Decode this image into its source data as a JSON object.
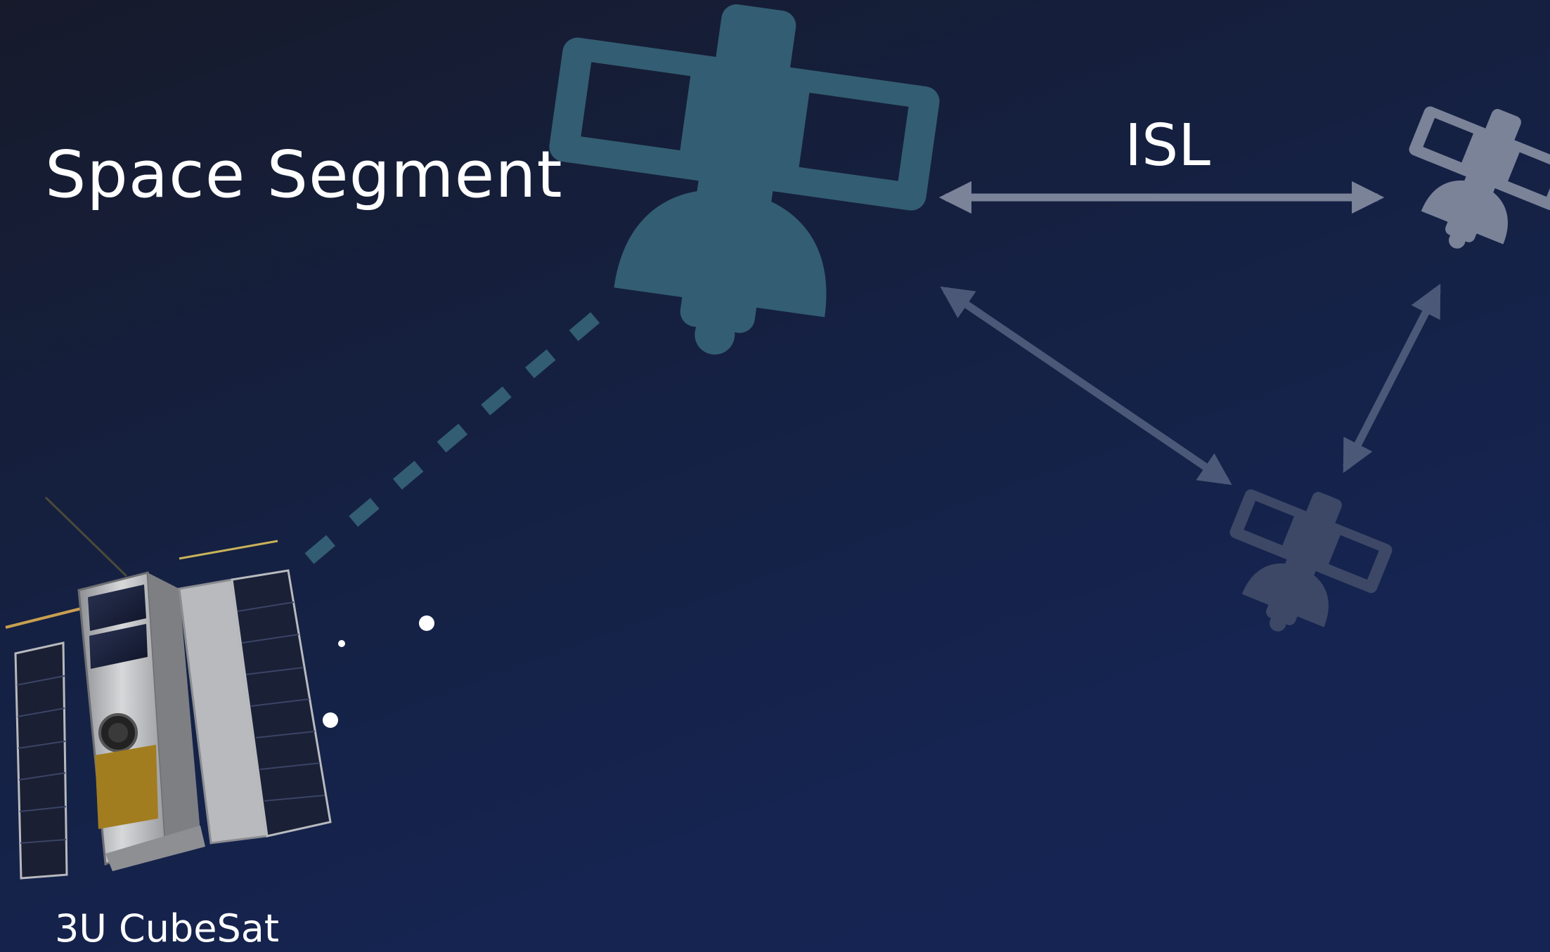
{
  "title": "Space Segment",
  "link_label": "ISL",
  "cubesat_label": "3U CubeSat",
  "colors": {
    "background_top": "#161a2b",
    "background_bottom": "#152452",
    "main_satellite": "#335d72",
    "remote_satellite_near": "#7b8399",
    "remote_satellite_far": "#3c4866",
    "isl_arrow": "#7b8399",
    "isl_arrow_dim": "#4c5878",
    "dashed_link": "#335d72",
    "text": "#ffffff"
  },
  "icons": {
    "main": "satellite-icon",
    "remote": "satellite-icon",
    "cubesat": "cubesat-illustration"
  }
}
